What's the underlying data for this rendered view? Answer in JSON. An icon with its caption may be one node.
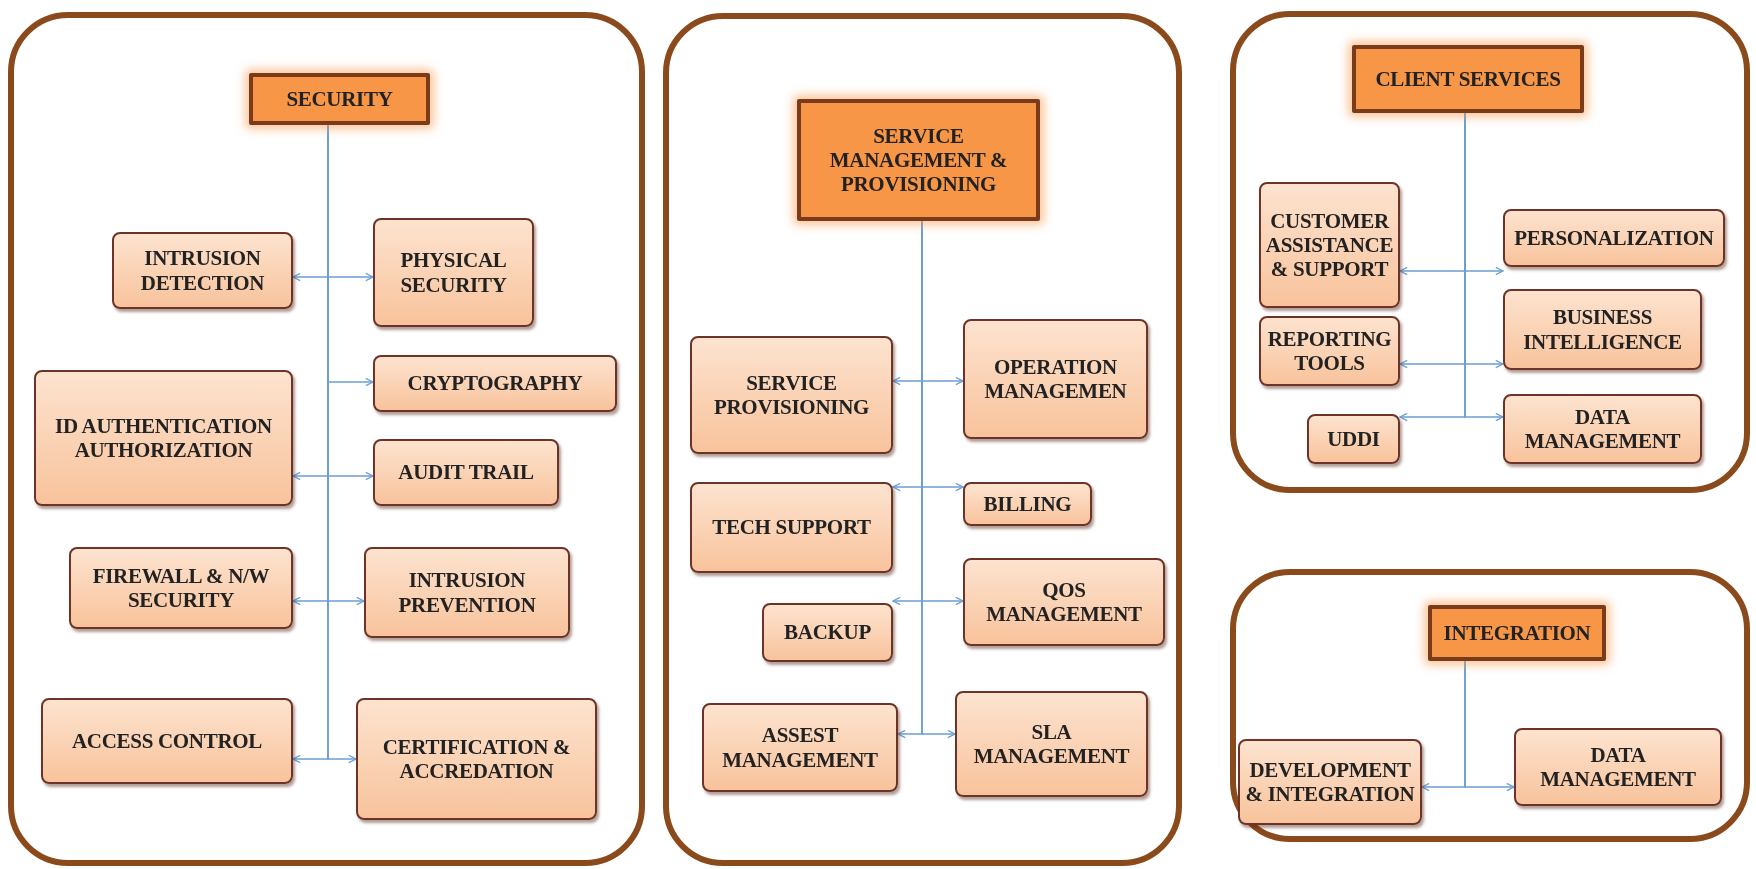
{
  "diagram": {
    "nodes": [
      {
        "text": [],
        "shape": "box"
      },
      {
        "text": [
          "SECURITY"
        ],
        "in": 0
      },
      {
        "text": [
          "INTRUSION DETECTION"
        ],
        "in": 0
      },
      {
        "text": [
          "PHYSICAL SECURITY"
        ],
        "in": 0
      },
      {
        "text": [
          "CRYPTOGRAPHY"
        ],
        "in": 0
      },
      {
        "text": [
          "ID AUTHENTICATION AUTHORIZATION"
        ],
        "in": 0
      },
      {
        "text": [
          "AUDIT TRAIL"
        ],
        "in": 0
      },
      {
        "text": [
          "FIREWALL & N/W SECURITY"
        ],
        "in": 0
      },
      {
        "text": [
          "INTRUSION PREVENTION"
        ],
        "in": 0
      },
      {
        "text": [
          "ACCESS CONTROL"
        ],
        "in": 0
      },
      {
        "text": [
          "CERTIFICATION & ACCREDATION"
        ],
        "in": 0
      },
      {
        "text": [],
        "shape": "box"
      },
      {
        "text": [
          "SERVICE MANAGEMENT & PROVISIONING"
        ],
        "in": 11
      },
      {
        "text": [
          "SERVICE PROVISIONING"
        ],
        "in": 11
      },
      {
        "text": [
          "OPERATION MANAGEMEN"
        ],
        "in": 11
      },
      {
        "text": [
          "TECH SUPPORT"
        ],
        "in": 11
      },
      {
        "text": [
          "BILLING"
        ],
        "in": 11
      },
      {
        "text": [
          "BACKUP"
        ],
        "in": 11
      },
      {
        "text": [
          "QOS MANAGEMENT"
        ],
        "in": 11
      },
      {
        "text": [
          "ASSEST MANAGEMENT"
        ],
        "in": 11
      },
      {
        "text": [
          "SLA MANAGEMENT"
        ],
        "in": 11
      },
      {
        "text": [],
        "shape": "box"
      },
      {
        "text": [
          "CLIENT SERVICES"
        ],
        "in": 21
      },
      {
        "text": [
          "CUSTOMER ASSISTANCE & SUPPORT"
        ],
        "in": 21
      },
      {
        "text": [
          "PERSONALIZATION"
        ],
        "in": 21
      },
      {
        "text": [
          "REPORTING TOOLS"
        ],
        "in": 21
      },
      {
        "text": [
          "BUSINESS INTELLIGENCE"
        ],
        "in": 21
      },
      {
        "text": [
          "UDDI"
        ],
        "in": 21
      },
      {
        "text": [
          "DATA MANAGEMENT"
        ],
        "in": 21
      },
      {
        "text": [],
        "shape": "box"
      },
      {
        "text": [
          "INTEGRATION"
        ],
        "in": 29
      },
      {
        "text": [
          "DEVELOPMENT & INTEGRATION"
        ],
        "in": 29
      },
      {
        "text": [
          "DATA MANAGEMENT"
        ],
        "in": 29
      }
    ],
    "edges": [
      {
        "from": 1,
        "to": 2,
        "arrow": "to"
      },
      {
        "from": 1,
        "to": 3,
        "arrow": "to"
      },
      {
        "from": 1,
        "to": 4,
        "arrow": "to"
      },
      {
        "from": 1,
        "to": 5,
        "arrow": "to"
      },
      {
        "from": 1,
        "to": 6,
        "arrow": "to"
      },
      {
        "from": 1,
        "to": 7,
        "arrow": "to"
      },
      {
        "from": 1,
        "to": 8,
        "arrow": "to"
      },
      {
        "from": 1,
        "to": 9,
        "arrow": "to"
      },
      {
        "from": 1,
        "to": 10,
        "arrow": "to"
      },
      {
        "from": 12,
        "to": 13,
        "arrow": "to"
      },
      {
        "from": 12,
        "to": 14,
        "arrow": "to"
      },
      {
        "from": 12,
        "to": 15,
        "arrow": "to"
      },
      {
        "from": 12,
        "to": 16,
        "arrow": "to"
      },
      {
        "from": 12,
        "to": 17,
        "arrow": "to"
      },
      {
        "from": 12,
        "to": 18,
        "arrow": "to"
      },
      {
        "from": 12,
        "to": 19,
        "arrow": "to"
      },
      {
        "from": 12,
        "to": 20,
        "arrow": "to"
      },
      {
        "from": 22,
        "to": 23,
        "arrow": "to"
      },
      {
        "from": 22,
        "to": 24,
        "arrow": "to"
      },
      {
        "from": 22,
        "to": 25,
        "arrow": "to"
      },
      {
        "from": 22,
        "to": 26,
        "arrow": "to"
      },
      {
        "from": 22,
        "to": 27,
        "arrow": "to"
      },
      {
        "from": 22,
        "to": 28,
        "arrow": "to"
      },
      {
        "from": 30,
        "to": 31,
        "arrow": "to"
      },
      {
        "from": 30,
        "to": 32,
        "arrow": "to"
      }
    ]
  }
}
